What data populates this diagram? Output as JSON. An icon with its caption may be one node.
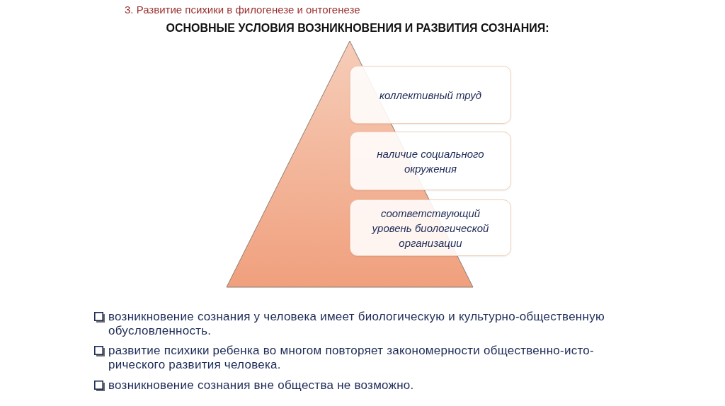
{
  "diagram": {
    "title": "ОСНОВНЫЕ УСЛОВИЯ ВОЗНИКНОВЕНИЯ И РАЗВИТИЯ СОЗНАНИЯ:",
    "nodes": [
      {
        "text": [
          "коллективный труд"
        ]
      },
      {
        "text": [
          "наличие социального окружения"
        ]
      },
      {
        "text": [
          "соответствующий уровень биологической организации"
        ]
      }
    ],
    "labels": [
      "3. Развитие психики в филогенезе и онтогенезе",
      "возникновение сознания у человека имеет биологическую и культурно-общественную обусловленность.",
      "развитие психики ребенка во многом повторяет закономерности общественно-исто-рического развития человека.",
      "возникновение сознания вне общества не возможно."
    ]
  }
}
